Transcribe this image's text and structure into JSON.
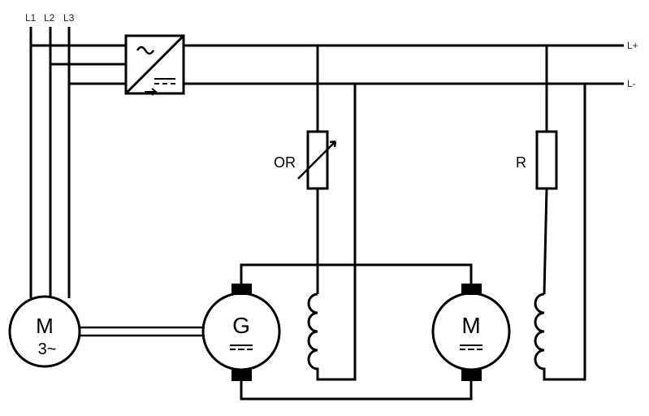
{
  "phases": [
    "L1",
    "L2",
    "L3"
  ],
  "bus": {
    "positive": "L+",
    "negative": "L-"
  },
  "converter": {
    "ac_symbol": "~",
    "dc_symbol": "DC"
  },
  "ac_motor": {
    "letter": "M",
    "phase_label": "3~"
  },
  "generator": {
    "letter": "G"
  },
  "dc_motor": {
    "letter": "M"
  },
  "resistors": {
    "field_regulator": "OR",
    "fixed": "R"
  }
}
